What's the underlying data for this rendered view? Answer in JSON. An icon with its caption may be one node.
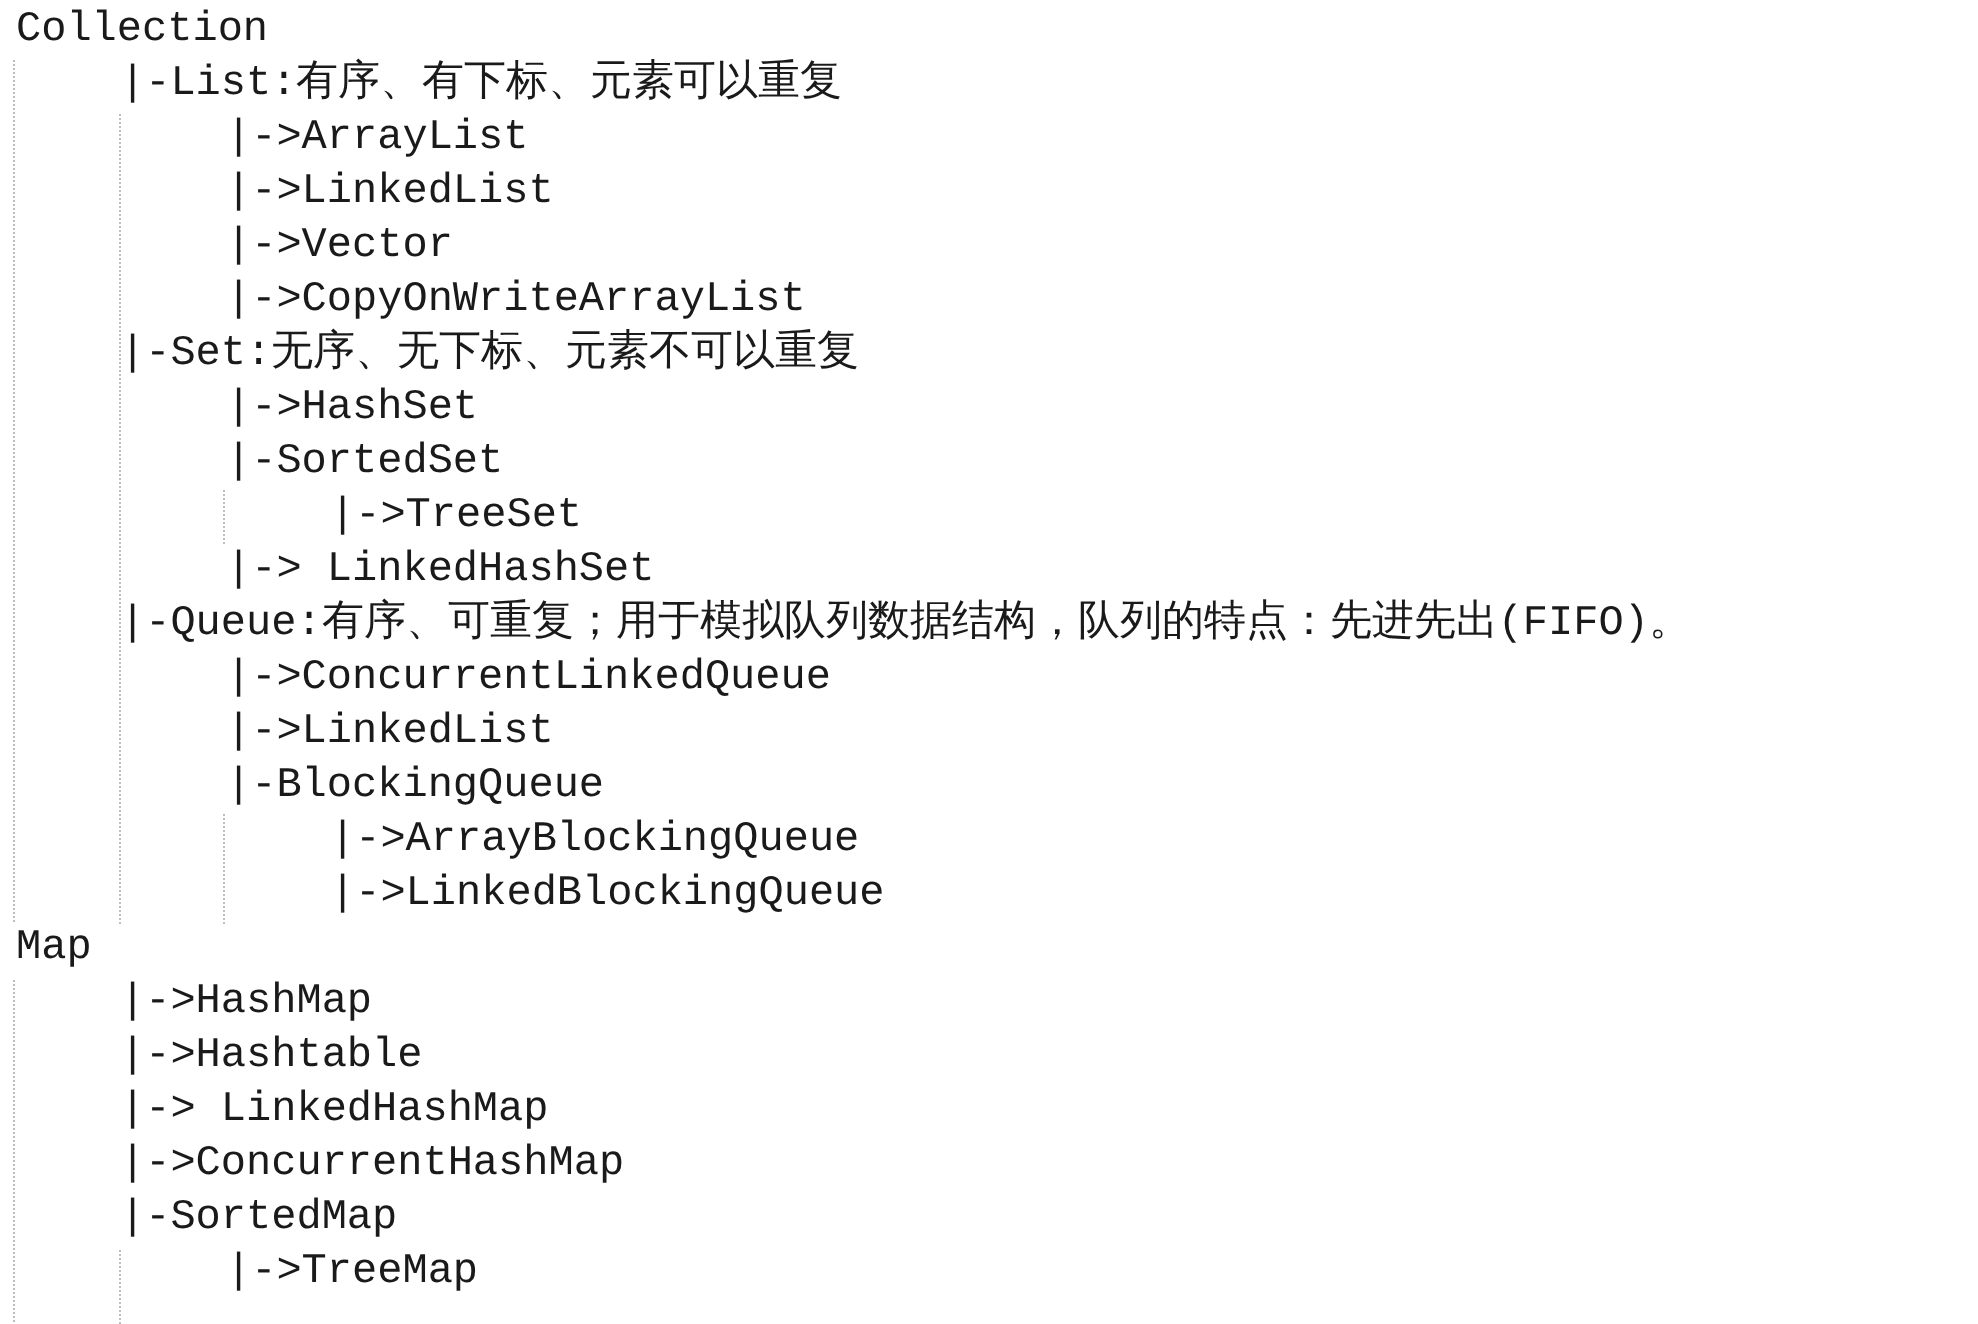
{
  "diagram": {
    "labels": [
      "Collection",
      "|-List:有序、有下标、元素可以重复",
      "|->ArrayList",
      "|->LinkedList",
      "|->Vector",
      "|->CopyOnWriteArrayList",
      "|-Set:无序、无下标、元素不可以重复",
      "|->HashSet",
      "|-SortedSet",
      "|->TreeSet",
      "|-> LinkedHashSet",
      "|-Queue:有序、可重复；用于模拟队列数据结构，队列的特点：先进先出(FIFO)。",
      "|->ConcurrentLinkedQueue",
      "|->LinkedList",
      "|-BlockingQueue",
      "|->ArrayBlockingQueue",
      "|->LinkedBlockingQueue",
      "Map",
      "|->HashMap",
      "|->Hashtable",
      "|-> LinkedHashMap",
      "|->ConcurrentHashMap",
      "|-SortedMap",
      "|->TreeMap"
    ]
  }
}
